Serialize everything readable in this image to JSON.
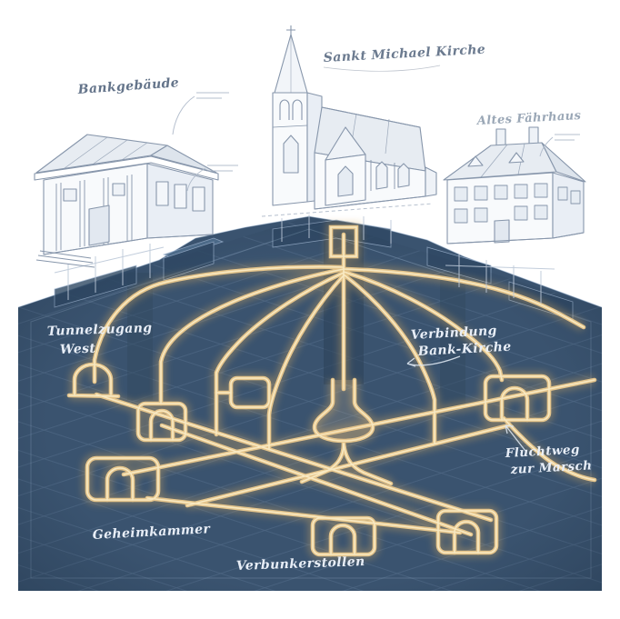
{
  "scene": {
    "buildings": {
      "bank": {
        "label": "Bankgebäude"
      },
      "church": {
        "label": "Sankt Michael Kirche"
      },
      "ferry_house": {
        "label": "Altes Fährhaus"
      }
    },
    "underground": {
      "tunnel_west": {
        "line1": "Tunnelzugang",
        "line2": "West"
      },
      "connection": {
        "line1": "Verbindung",
        "line2": "Bank-Kirche"
      },
      "escape": {
        "line1": "Fluchtweg",
        "line2": "zur Marsch"
      },
      "secret_chamber": {
        "label": "Geheimkammer"
      },
      "bunker_gallery": {
        "label": "Verbunkerstollen"
      }
    },
    "colors": {
      "blueprint_bg": "#3a536f",
      "tunnel_glow": "#ecca8e",
      "sketch_line": "#8796ab",
      "label_light": "#e8eef7",
      "label_dark": "#64748a"
    }
  }
}
